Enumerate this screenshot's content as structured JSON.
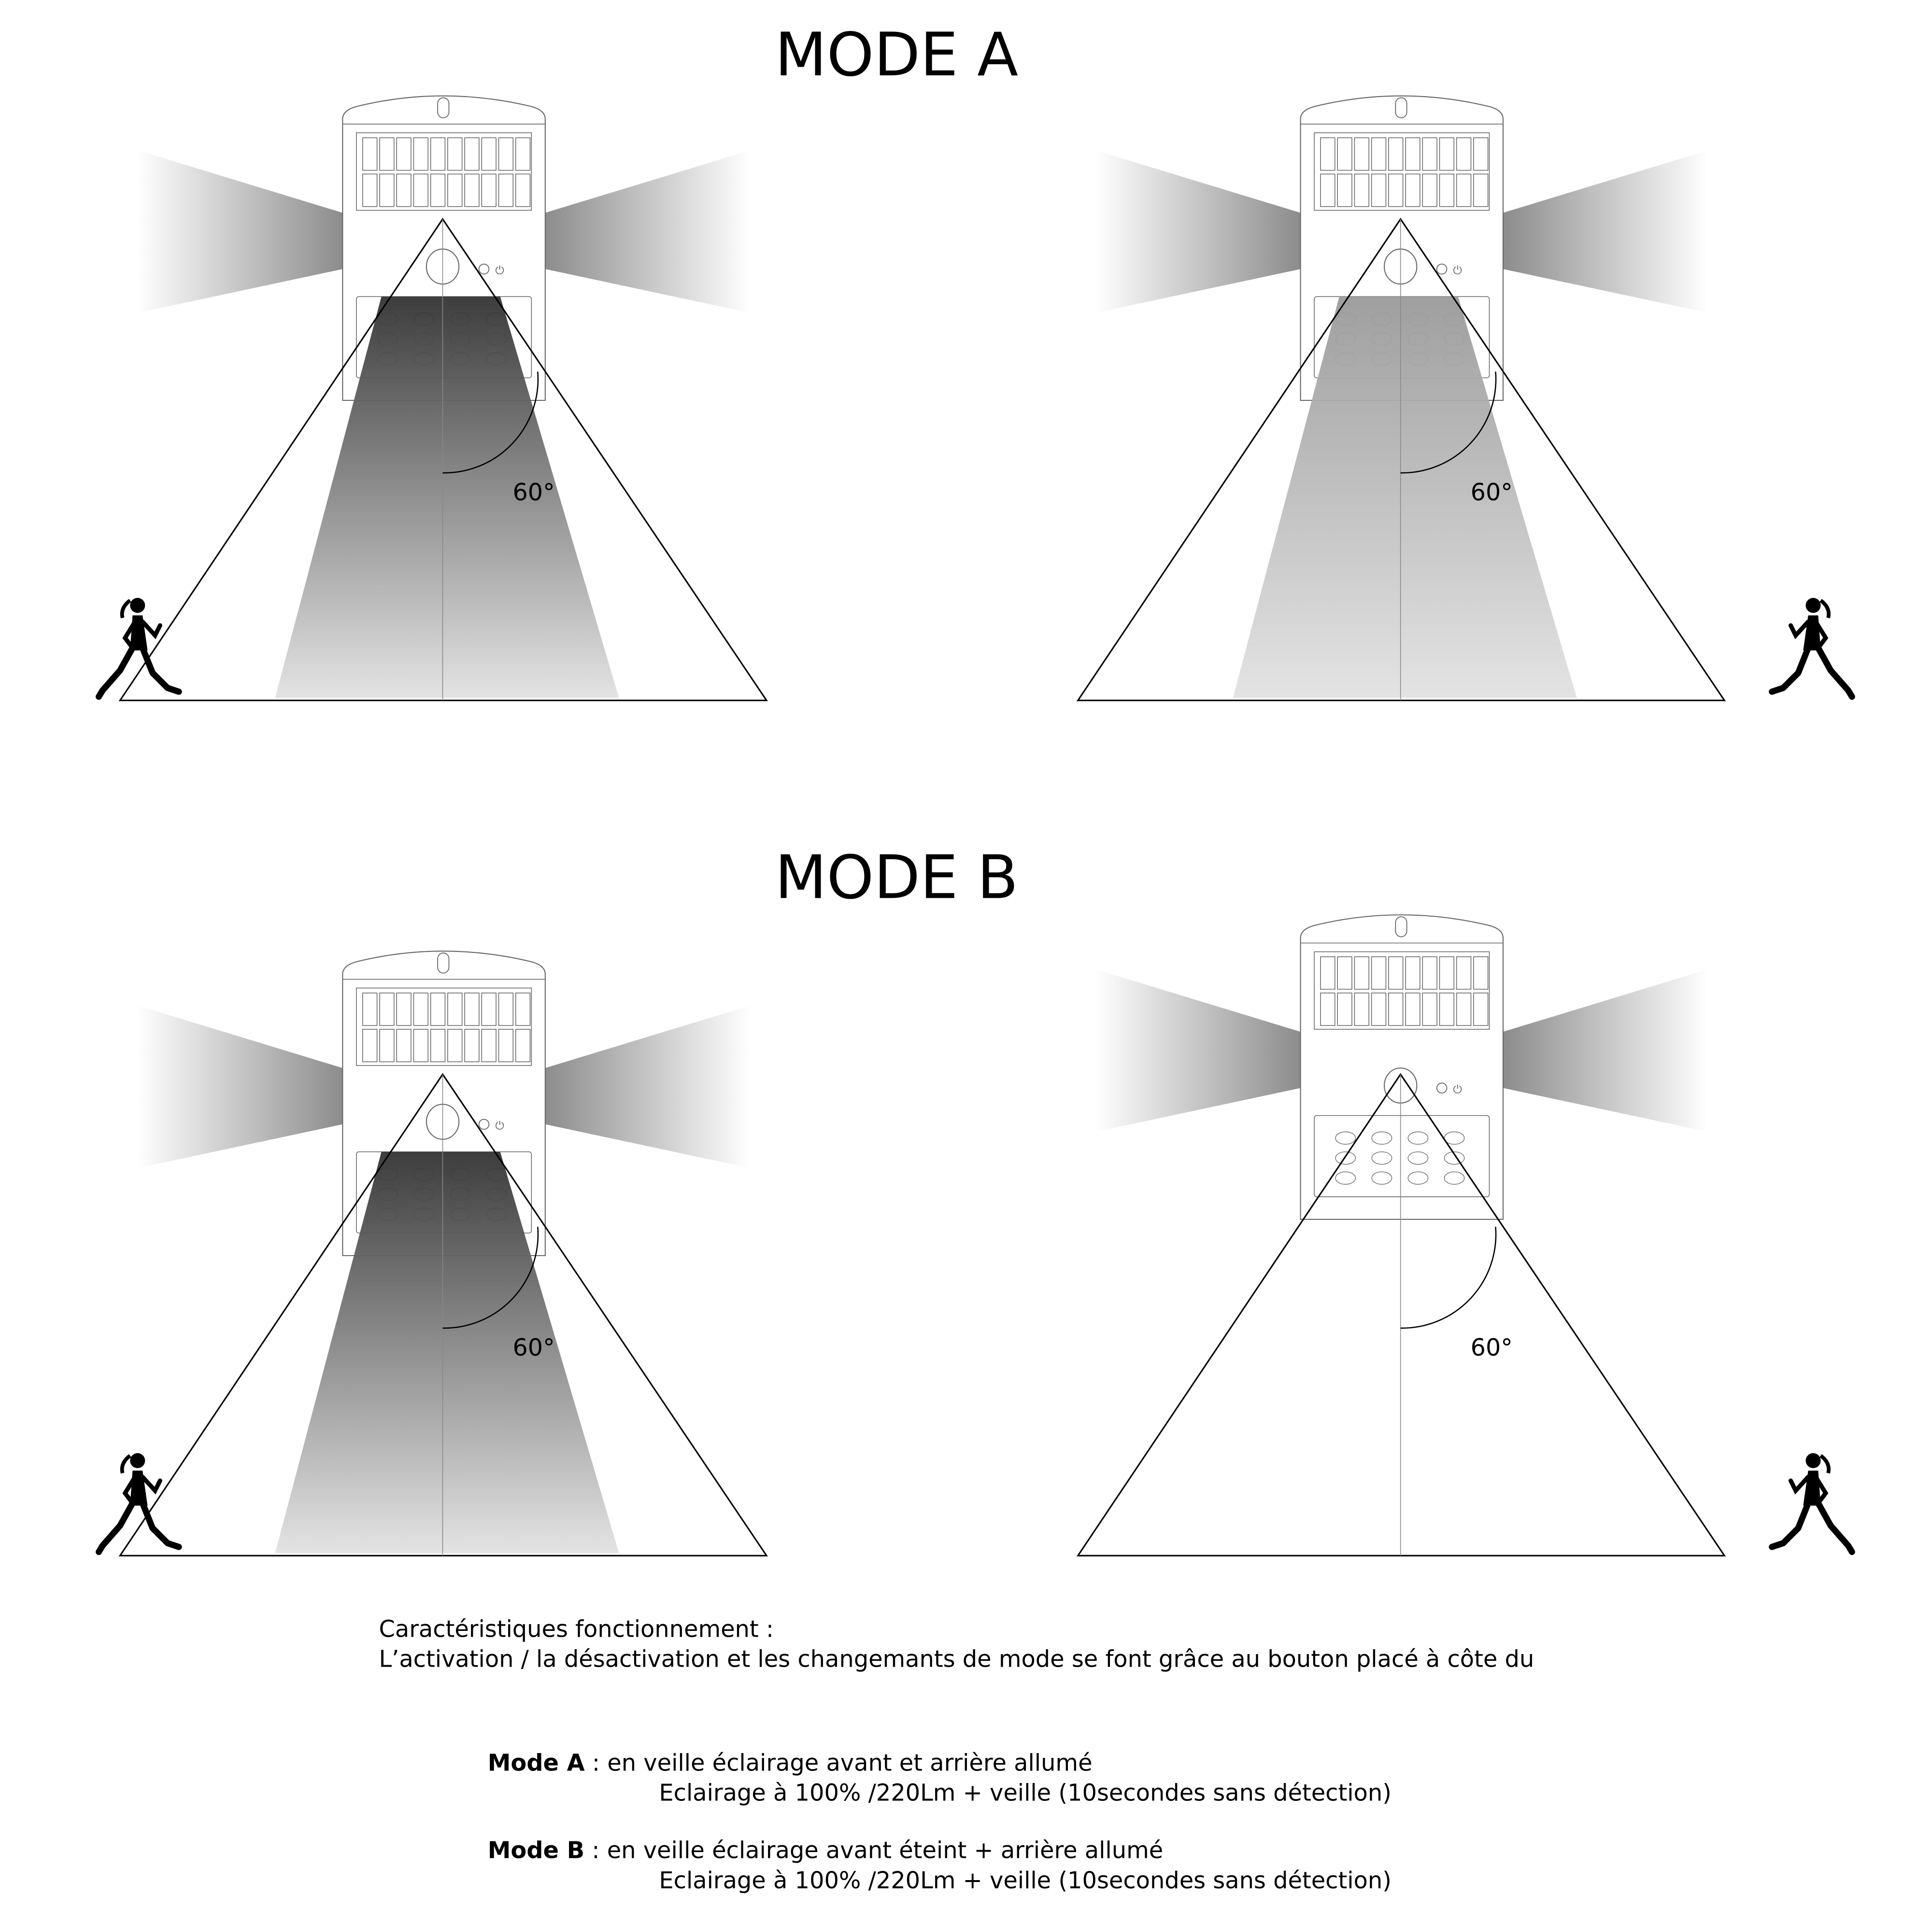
{
  "titles": {
    "mode_a": "MODE A",
    "mode_b": "MODE B"
  },
  "panels": [
    {
      "id": "mode-a-left",
      "angle_label": "60°",
      "beam": "dark",
      "runner_side": "left"
    },
    {
      "id": "mode-a-right",
      "angle_label": "60°",
      "beam": "light",
      "runner_side": "right"
    },
    {
      "id": "mode-b-left",
      "angle_label": "60°",
      "beam": "dark",
      "runner_side": "left"
    },
    {
      "id": "mode-b-right",
      "angle_label": "60°",
      "beam": "none",
      "runner_side": "right"
    }
  ],
  "description": {
    "heading": "Caractéristiques fonctionnement :",
    "line1": "L’activation / la désactivation et les changemants de mode se font grâce au bouton placé à côte du",
    "mode_a_label": "Mode A",
    "mode_a_text": " : en veille éclairage avant et arrière allumé",
    "mode_a_detail": "Eclairage à 100% /220Lm + veille (10secondes sans détection)",
    "mode_b_label": "Mode B",
    "mode_b_text": " : en veille éclairage avant éteint + arrière allumé",
    "mode_b_detail": "Eclairage à 100% /220Lm + veille (10secondes sans détection)"
  },
  "colors": {
    "dark_beam_top": "#333333",
    "light_beam_top": "#9a9a9a",
    "beam_bottom": "#e2e2e2",
    "side_beam": "#8c8c8c"
  }
}
